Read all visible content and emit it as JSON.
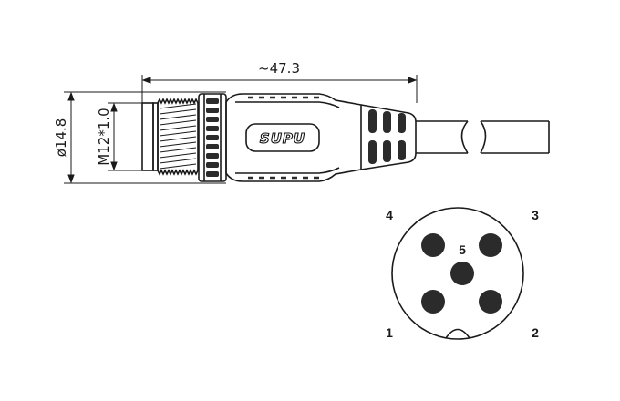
{
  "dimensions": {
    "length_label": "~47.3",
    "diameter_label": "ø14.8",
    "thread_label": "M12*1.0"
  },
  "brand": {
    "logo_text": "SUPU"
  },
  "pin_face": {
    "labels": [
      "1",
      "2",
      "3",
      "4",
      "5"
    ]
  },
  "colors": {
    "line": "#1a1a1a",
    "pin_fill": "#2b2b2b"
  }
}
